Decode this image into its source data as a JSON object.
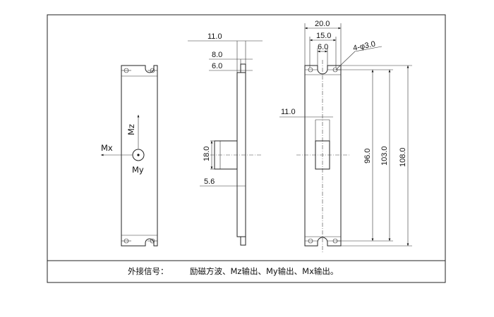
{
  "axes": {
    "mx": "Mx",
    "my": "My",
    "mz": "Mz"
  },
  "dims": {
    "d11_side": "11.0",
    "d8": "8.0",
    "d6_side": "6.0",
    "d18": "18.0",
    "d5_6": "5.6",
    "d20": "20.0",
    "d15": "15.0",
    "d6_front": "6.0",
    "holes": "4-φ3.0",
    "d11_front": "11.0",
    "d96": "96.0",
    "d103": "103.0",
    "d108": "108.0"
  },
  "footer": {
    "label": "外接信号：",
    "signals": "励磁方波、Mz输出、My输出、Mx输出。"
  }
}
